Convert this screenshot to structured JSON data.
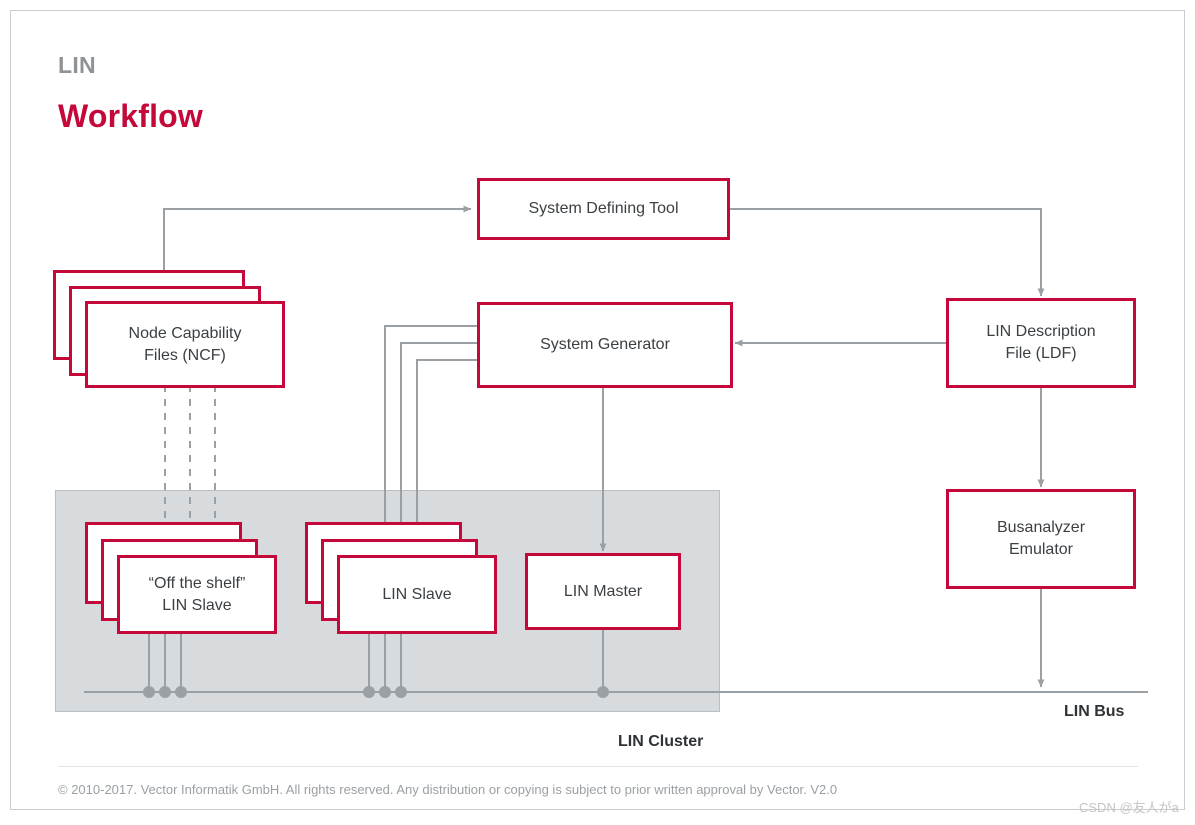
{
  "slide": {
    "eyebrow": "LIN",
    "headline": "Workflow",
    "footer": "© 2010-2017. Vector Informatik GmbH. All rights reserved. Any distribution or copying is subject to prior written approval by Vector. V2.0",
    "watermark": "CSDN @友人がa",
    "accent_color": "#C4083A",
    "line_color": "#9AA0A4",
    "cluster_fill": "#D7DBDD",
    "text_color": "#3B4044"
  },
  "diagram": {
    "type": "flow-diagram",
    "nodes": [
      {
        "id": "system-defining-tool",
        "label": "System Defining Tool",
        "stacked": 1
      },
      {
        "id": "node-capability-files",
        "label": "Node Capability\nFiles (NCF)",
        "line1": "Node Capability",
        "line2": "Files (NCF)",
        "stacked": 3
      },
      {
        "id": "system-generator",
        "label": "System Generator",
        "stacked": 1
      },
      {
        "id": "lin-description-file",
        "label": "LIN Description\nFile (LDF)",
        "line1": "LIN Description",
        "line2": "File (LDF)",
        "stacked": 1
      },
      {
        "id": "busanalyzer-emulator",
        "label": "Busanalyzer\nEmulator",
        "line1": "Busanalyzer",
        "line2": "Emulator",
        "stacked": 1
      },
      {
        "id": "off-the-shelf-lin-slave",
        "label": "“Off the shelf”\nLIN Slave",
        "line1": "“Off the shelf”",
        "line2": "LIN Slave",
        "stacked": 3
      },
      {
        "id": "lin-slave",
        "label": "LIN Slave",
        "stacked": 3
      },
      {
        "id": "lin-master",
        "label": "LIN Master",
        "stacked": 1
      }
    ],
    "regions": [
      {
        "id": "lin-cluster",
        "label": "LIN Cluster"
      }
    ],
    "bus": {
      "id": "lin-bus",
      "label": "LIN Bus"
    },
    "edges": [
      {
        "from": "node-capability-files",
        "to": "system-defining-tool",
        "style": "solid"
      },
      {
        "from": "system-defining-tool",
        "to": "lin-description-file",
        "style": "solid"
      },
      {
        "from": "lin-description-file",
        "to": "system-generator",
        "style": "solid"
      },
      {
        "from": "lin-description-file",
        "to": "busanalyzer-emulator",
        "style": "solid"
      },
      {
        "from": "busanalyzer-emulator",
        "to": "lin-bus",
        "style": "solid"
      },
      {
        "from": "node-capability-files",
        "to": "off-the-shelf-lin-slave",
        "style": "dashed",
        "count": 3
      },
      {
        "from": "system-generator",
        "to": "lin-slave",
        "style": "solid",
        "count": 3
      },
      {
        "from": "system-generator",
        "to": "lin-master",
        "style": "solid"
      },
      {
        "from": "off-the-shelf-lin-slave",
        "to": "lin-bus",
        "style": "solid",
        "count": 3
      },
      {
        "from": "lin-slave",
        "to": "lin-bus",
        "style": "solid",
        "count": 3
      },
      {
        "from": "lin-master",
        "to": "lin-bus",
        "style": "solid",
        "count": 1
      }
    ]
  }
}
